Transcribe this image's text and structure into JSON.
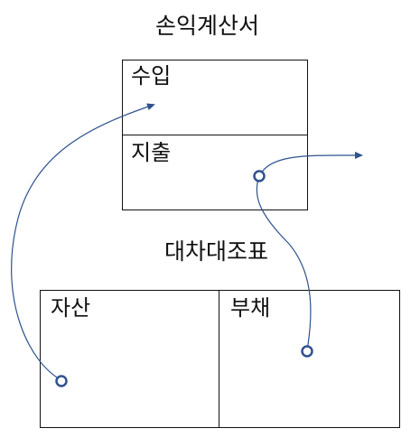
{
  "income_statement": {
    "title": "손익계산서",
    "rows": [
      "수입",
      "지출"
    ]
  },
  "balance_sheet": {
    "title": "대차대조표",
    "columns": [
      "자산",
      "부채"
    ]
  },
  "colors": {
    "line": "#111111",
    "arrow": "#2F528F"
  }
}
